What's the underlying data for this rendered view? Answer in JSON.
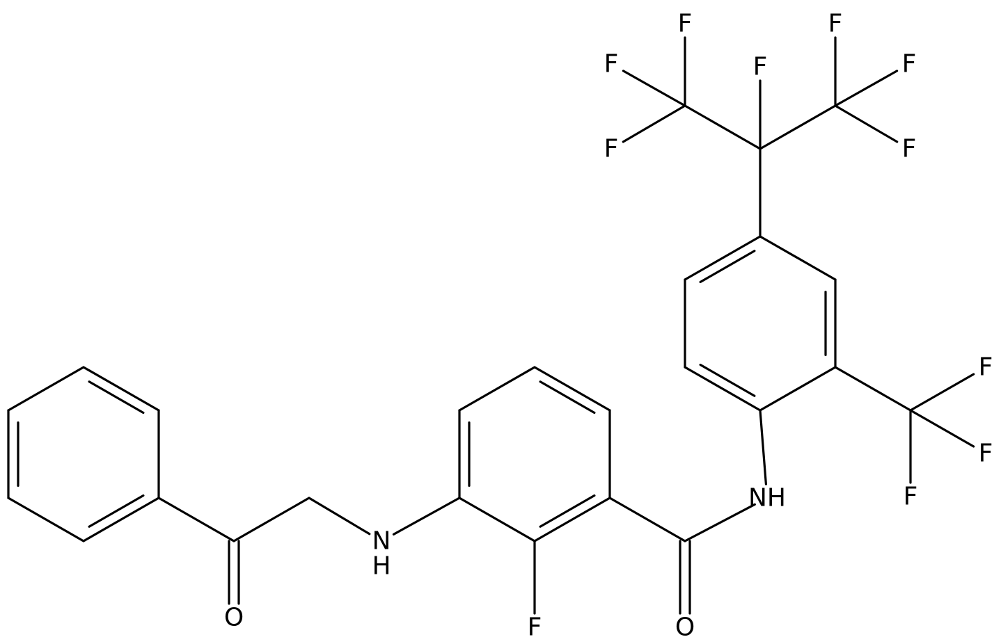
{
  "colors": {
    "bond": "#000000",
    "label": "#000000",
    "background": "#ffffff"
  },
  "molecule": {
    "atoms": [
      {
        "id": "ph1",
        "el": "C"
      },
      {
        "id": "ph2",
        "el": "C"
      },
      {
        "id": "ph3",
        "el": "C"
      },
      {
        "id": "ph4",
        "el": "C"
      },
      {
        "id": "ph5",
        "el": "C"
      },
      {
        "id": "ph6",
        "el": "C"
      },
      {
        "id": "co",
        "el": "C"
      },
      {
        "id": "o1",
        "el": "O",
        "label": "O"
      },
      {
        "id": "ch2",
        "el": "C"
      },
      {
        "id": "nh1",
        "el": "N",
        "label": "N",
        "sublabel": "H"
      },
      {
        "id": "b1",
        "el": "C"
      },
      {
        "id": "b2",
        "el": "C"
      },
      {
        "id": "b3",
        "el": "C"
      },
      {
        "id": "b4",
        "el": "C"
      },
      {
        "id": "b5",
        "el": "C"
      },
      {
        "id": "b6",
        "el": "C"
      },
      {
        "id": "f_ring",
        "el": "F",
        "label": "F"
      },
      {
        "id": "am",
        "el": "C"
      },
      {
        "id": "o2",
        "el": "O",
        "label": "O"
      },
      {
        "id": "nh2",
        "el": "N",
        "label": "NH"
      },
      {
        "id": "c1",
        "el": "C"
      },
      {
        "id": "c2",
        "el": "C"
      },
      {
        "id": "c3",
        "el": "C"
      },
      {
        "id": "c4",
        "el": "C"
      },
      {
        "id": "c5",
        "el": "C"
      },
      {
        "id": "c6",
        "el": "C"
      },
      {
        "id": "cf3",
        "el": "C"
      },
      {
        "id": "f1",
        "el": "F",
        "label": "F"
      },
      {
        "id": "f2",
        "el": "F",
        "label": "F"
      },
      {
        "id": "f3",
        "el": "F",
        "label": "F"
      },
      {
        "id": "cq",
        "el": "C"
      },
      {
        "id": "fq",
        "el": "F",
        "label": "F"
      },
      {
        "id": "cl",
        "el": "C"
      },
      {
        "id": "fl1",
        "el": "F",
        "label": "F"
      },
      {
        "id": "fl2",
        "el": "F",
        "label": "F"
      },
      {
        "id": "fl3",
        "el": "F",
        "label": "F"
      },
      {
        "id": "cr",
        "el": "C"
      },
      {
        "id": "fr1",
        "el": "F",
        "label": "F"
      },
      {
        "id": "fr2",
        "el": "F",
        "label": "F"
      },
      {
        "id": "fr3",
        "el": "F",
        "label": "F"
      }
    ],
    "bonds": [
      {
        "a": "ph1",
        "b": "ph2",
        "order": 2
      },
      {
        "a": "ph2",
        "b": "ph3",
        "order": 1
      },
      {
        "a": "ph3",
        "b": "ph4",
        "order": 2
      },
      {
        "a": "ph4",
        "b": "ph5",
        "order": 1
      },
      {
        "a": "ph5",
        "b": "ph6",
        "order": 2
      },
      {
        "a": "ph6",
        "b": "ph1",
        "order": 1
      },
      {
        "a": "ph4",
        "b": "co",
        "order": 1
      },
      {
        "a": "co",
        "b": "o1",
        "order": 2
      },
      {
        "a": "co",
        "b": "ch2",
        "order": 1
      },
      {
        "a": "ch2",
        "b": "nh1",
        "order": 1
      },
      {
        "a": "nh1",
        "b": "b1",
        "order": 1
      },
      {
        "a": "b1",
        "b": "b2",
        "order": 2
      },
      {
        "a": "b2",
        "b": "b3",
        "order": 1
      },
      {
        "a": "b3",
        "b": "b4",
        "order": 2
      },
      {
        "a": "b4",
        "b": "b5",
        "order": 1
      },
      {
        "a": "b5",
        "b": "b6",
        "order": 2
      },
      {
        "a": "b6",
        "b": "b1",
        "order": 1
      },
      {
        "a": "b6",
        "b": "f_ring",
        "order": 1
      },
      {
        "a": "b5",
        "b": "am",
        "order": 1
      },
      {
        "a": "am",
        "b": "o2",
        "order": 2
      },
      {
        "a": "am",
        "b": "nh2",
        "order": 1
      },
      {
        "a": "nh2",
        "b": "c1",
        "order": 1
      },
      {
        "a": "c1",
        "b": "c2",
        "order": 2
      },
      {
        "a": "c2",
        "b": "c3",
        "order": 1
      },
      {
        "a": "c3",
        "b": "c4",
        "order": 2
      },
      {
        "a": "c4",
        "b": "c5",
        "order": 1
      },
      {
        "a": "c5",
        "b": "c6",
        "order": 2
      },
      {
        "a": "c6",
        "b": "c1",
        "order": 1
      },
      {
        "a": "c6",
        "b": "cf3",
        "order": 1
      },
      {
        "a": "cf3",
        "b": "f1",
        "order": 1
      },
      {
        "a": "cf3",
        "b": "f2",
        "order": 1
      },
      {
        "a": "cf3",
        "b": "f3",
        "order": 1
      },
      {
        "a": "c4",
        "b": "cq",
        "order": 1
      },
      {
        "a": "cq",
        "b": "fq",
        "order": 1
      },
      {
        "a": "cq",
        "b": "cl",
        "order": 1
      },
      {
        "a": "cq",
        "b": "cr",
        "order": 1
      },
      {
        "a": "cl",
        "b": "fl1",
        "order": 1
      },
      {
        "a": "cl",
        "b": "fl2",
        "order": 1
      },
      {
        "a": "cl",
        "b": "fl3",
        "order": 1
      },
      {
        "a": "cr",
        "b": "fr1",
        "order": 1
      },
      {
        "a": "cr",
        "b": "fr2",
        "order": 1
      },
      {
        "a": "cr",
        "b": "fr3",
        "order": 1
      }
    ]
  }
}
